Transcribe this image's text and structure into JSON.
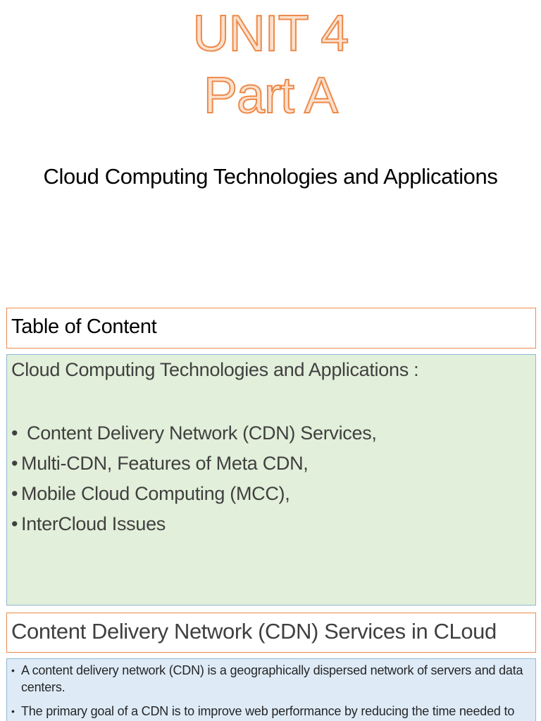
{
  "title": {
    "line1": "UNIT 4",
    "line2": "Part A"
  },
  "subtitle": "Cloud Computing Technologies and Applications",
  "toc": {
    "header": "Table of Content",
    "intro": "Cloud Computing Technologies and Applications :",
    "bullet_symbol": "•",
    "items": [
      "Content Delivery Network (CDN) Services,",
      "Multi-CDN, Features of Meta CDN,",
      "Mobile Cloud Computing (MCC),",
      "InterCloud Issues"
    ]
  },
  "cdn_section": {
    "header": "Content Delivery Network (CDN) Services in CLoud",
    "bullet_symbol": "•",
    "points": [
      "A content delivery network (CDN) is a geographically dispersed network of servers and data centers.",
      "The primary goal of a CDN is to improve web performance by reducing the time needed to send content and rich media to users."
    ]
  },
  "colors": {
    "title_fill": "#fbe0cd",
    "title_outline": "#ed8a4a",
    "header_border": "#ed8a4a",
    "toc_body_bg": "#e2efda",
    "cdn_body_bg": "#deebf7"
  }
}
